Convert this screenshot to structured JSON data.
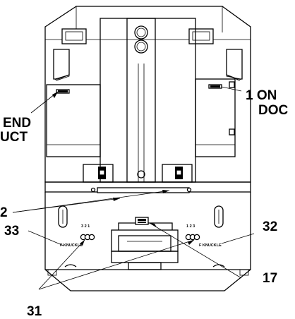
{
  "labels": {
    "end_line1": "END",
    "end_line2": "UCT",
    "on_line1": "1 ON",
    "on_line2": "DOC",
    "num_32": "32",
    "num_33": "33",
    "num_2": "2",
    "num_17": "17",
    "num_31": "31",
    "knuckle_left": "F KNUCKLE",
    "knuckle_right": "F KNUCKLE",
    "gauge_left_digits": "3 2 1",
    "gauge_right_digits": "1 2 3"
  }
}
